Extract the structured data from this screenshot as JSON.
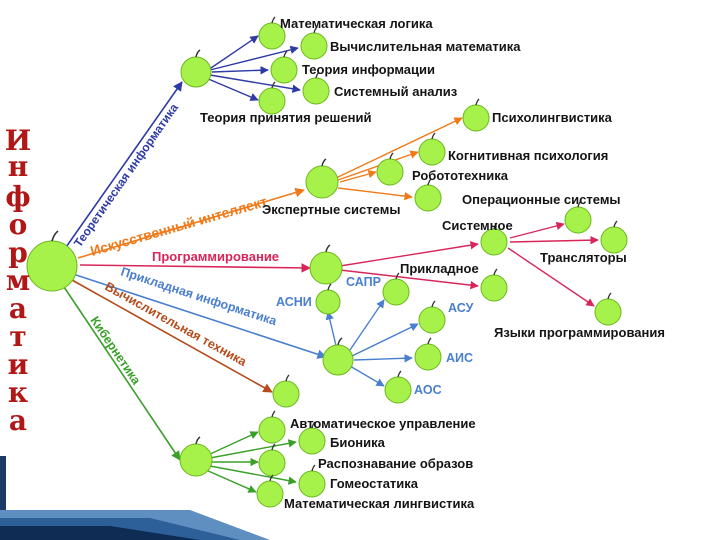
{
  "title_letters": [
    "И",
    "н",
    "ф",
    "о",
    "р",
    "м",
    "а",
    "т",
    "и",
    "к",
    "а"
  ],
  "branches": {
    "theoretical": "Теоретическая информатика",
    "ai": "Искусственный интеллект",
    "programming": "Программирование",
    "applied": "Прикладная информатика",
    "computing": "Вычислительная техника",
    "cybernetics": "Кибернетика"
  },
  "theoretical_items": [
    "Математическая логика",
    "Вычислительная математика",
    "Теория информации",
    "Системный анализ",
    "Теория принятия решений"
  ],
  "ai_items": [
    "Психолингвистика",
    "Когнитивная психология",
    "Робототехника",
    "Экспертные системы"
  ],
  "programming_items": {
    "system": "Системное",
    "applied": "Прикладное",
    "os": "Операционные системы",
    "translators": "Трансляторы",
    "languages": "Языки программирования"
  },
  "applied_items": [
    "АСНИ",
    "САПР",
    "АСУ",
    "АИС",
    "АОС"
  ],
  "cyber_items": [
    "Автоматическое управление",
    "Бионика",
    "Распознавание образов",
    "Гомеостатика",
    "Математическая лингвистика"
  ],
  "colors": {
    "title": "#b01818",
    "theoretical": "#2e3aa6",
    "ai": "#f07a1a",
    "programming": "#d8265a",
    "applied": "#4a7fd0",
    "computing": "#b54a1a",
    "cybernetics": "#3aa02a",
    "apple": "#a6f24a",
    "text": "#141414"
  }
}
